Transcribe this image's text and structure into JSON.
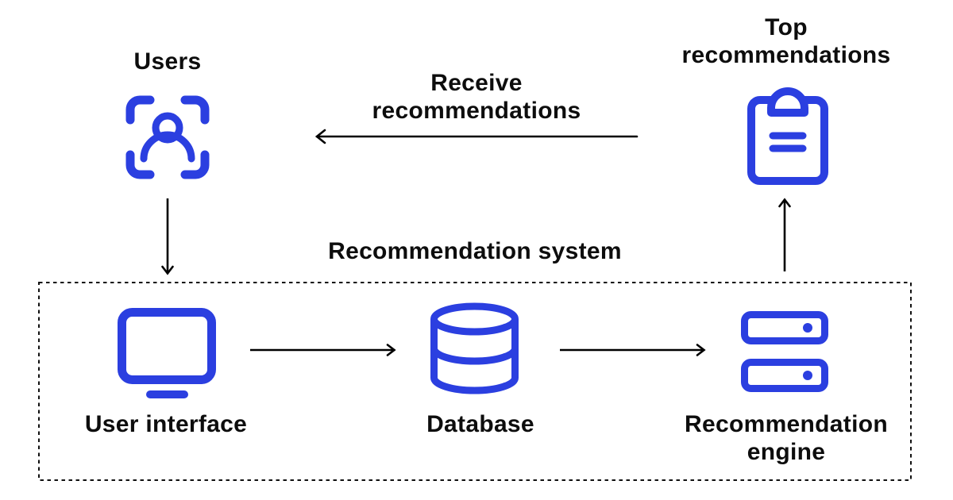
{
  "colors": {
    "accent": "#2b3fe0",
    "ink": "#0d0d0d",
    "arrow": "#000000"
  },
  "nodes": {
    "users": {
      "label": "Users",
      "icon": "user-scan-icon"
    },
    "top_recommendations": {
      "label": "Top\nrecommendations",
      "icon": "clipboard-icon"
    },
    "user_interface": {
      "label": "User interface",
      "icon": "monitor-icon"
    },
    "database": {
      "label": "Database",
      "icon": "database-icon"
    },
    "recommendation_engine": {
      "label": "Recommendation\nengine",
      "icon": "server-icon"
    }
  },
  "groups": {
    "recommendation_system": {
      "label": "Recommendation system"
    }
  },
  "flows": {
    "receive_recommendations": {
      "label": "Receive\nrecommendations"
    }
  }
}
